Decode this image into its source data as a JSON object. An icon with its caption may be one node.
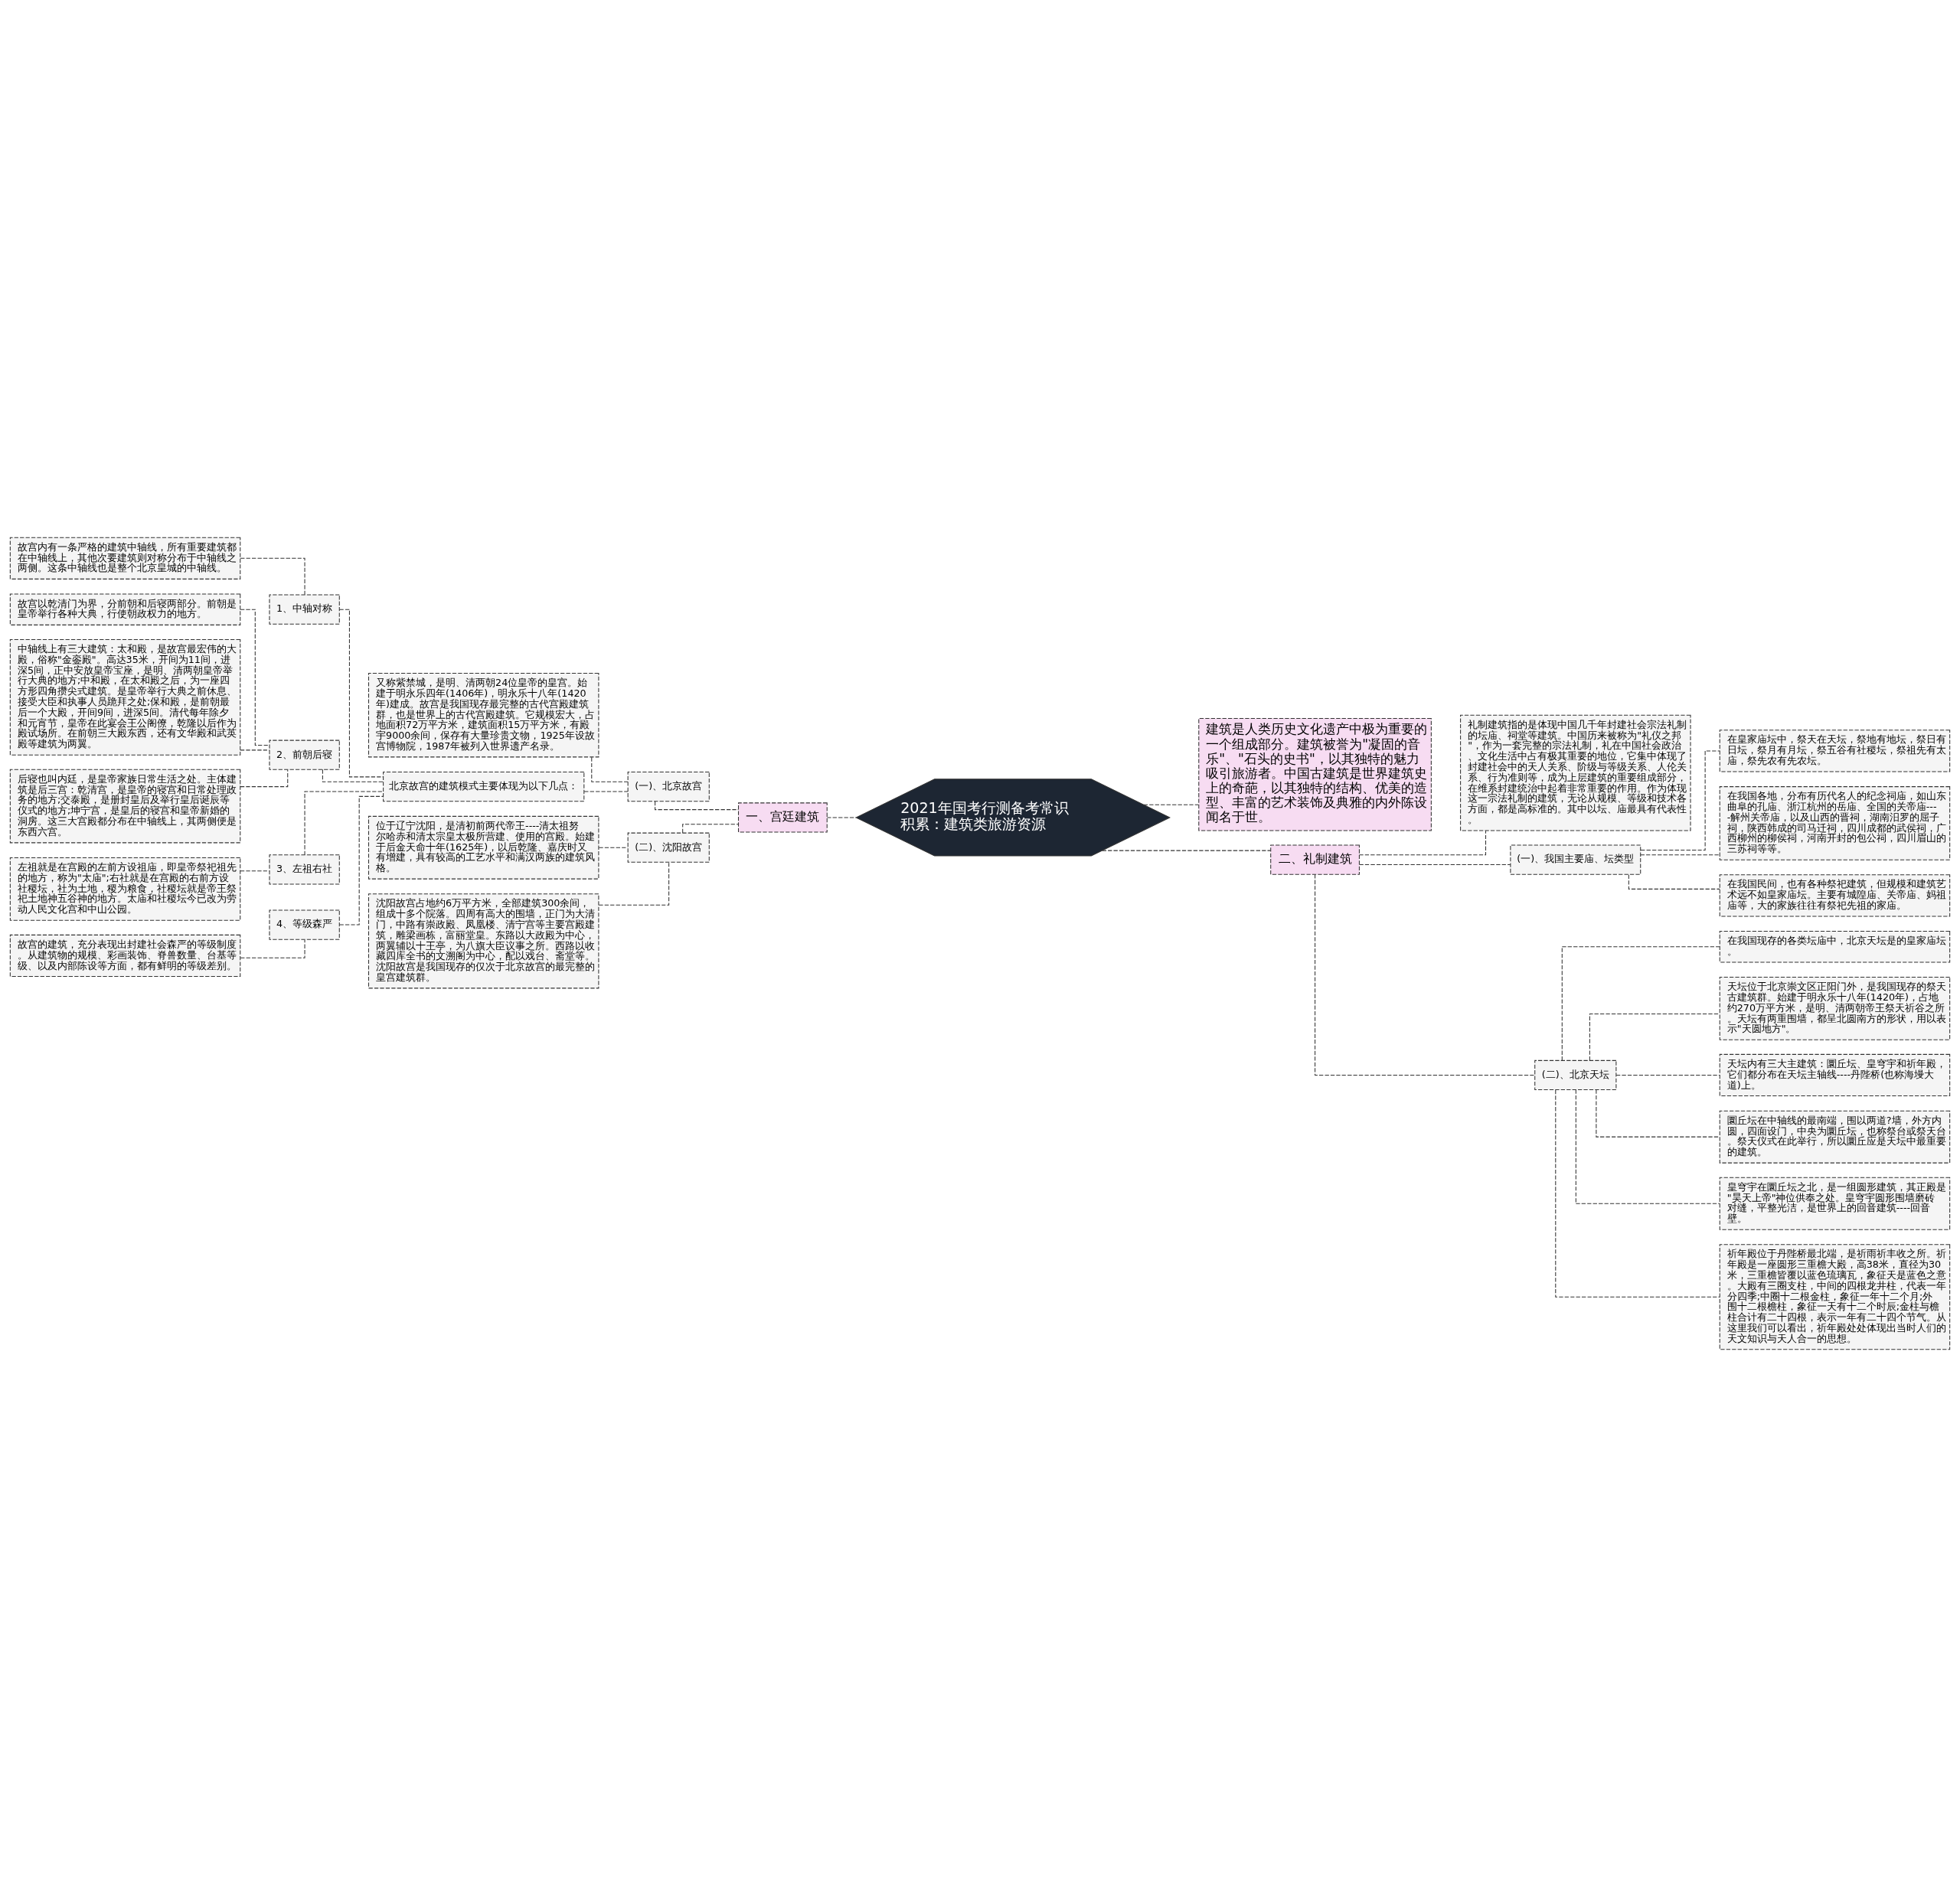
{
  "diagram": {
    "nodes": [
      {
        "text": [
          "2021年国考行测备考常识积累：建筑类旅游资源"
        ]
      },
      {
        "text": [
          "一、宫廷建筑"
        ]
      },
      {
        "text": [
          "(一)、北京故宫"
        ]
      },
      {
        "text": [
          "又称紫禁城，是明、清两朝24位皇帝的皇宫。始建于明永乐四年(1406年)，明永乐十八年(1420年)建成。故宫是我国现存最完整的古代宫殿建筑群，也是世界上的古代宫殿建筑。它规模宏大，占地面积72万平方米，建筑面积15万平方米，有殿宇9000余间，保存有大量珍贵文物，1925年设故宫博物院，1987年被列入世界遗产名录。"
        ]
      },
      {
        "text": [
          "北京故宫的建筑模式主要体现为以下几点："
        ]
      },
      {
        "text": [
          "1、中轴对称"
        ]
      },
      {
        "text": [
          "故宫内有一条严格的建筑中轴线，所有重要建筑都在中轴线上，其他次要建筑则对称分布于中轴线之两侧。这条中轴线也是整个北京皇城的中轴线。"
        ]
      },
      {
        "text": [
          "2、前朝后寝"
        ]
      },
      {
        "text": [
          "故宫以乾清门为界，分前朝和后寝两部分。前朝是皇帝举行各种大典，行使朝政权力的地方。"
        ]
      },
      {
        "text": [
          "中轴线上有三大建筑：太和殿，是故宫最宏伟的大殿，俗称\"金銮殿\"。高达35米，开间为11间，进深5间，正中安放皇帝宝座，是明、清两朝皇帝举行大典的地方;中和殿，在太和殿之后，为一座四方形四角攒尖式建筑。是皇帝举行大典之前休息、接受大臣和执事人员跪拜之处;保和殿，是前朝最后一个大殿，开间9间，进深5间。清代每年除夕和元宵节，皇帝在此宴会王公阁僚，乾隆以后作为殿试场所。在前朝三大殿东西，还有文华殿和武英殿等建筑为两翼。"
        ]
      },
      {
        "text": [
          "后寝也叫内廷，是皇帝家族日常生活之处。主体建筑是后三宫：乾清宫，是皇帝的寝宫和日常处理政务的地方;交泰殿，是册封皇后及举行皇后诞辰等仪式的地方;坤宁宫，是皇后的寝宫和皇帝新婚的洞房。这三大宫殿都分布在中轴线上，其两侧便是东西六宫。"
        ]
      },
      {
        "text": [
          "3、左祖右社"
        ]
      },
      {
        "text": [
          "左祖就是在宫殿的左前方设祖庙，即皇帝祭祀祖先的地方，称为\"太庙\";右社就是在宫殿的右前方设社稷坛，社为土地，稷为粮食，社稷坛就是帝王祭祀土地神五谷神的地方。太庙和社稷坛今已改为劳动人民文化宫和中山公园。"
        ]
      },
      {
        "text": [
          "4、等级森严"
        ]
      },
      {
        "text": [
          "故宫的建筑，充分表现出封建社会森严的等级制度。从建筑物的规模、彩画装饰、脊兽数量、台基等级、以及内部陈设等方面，都有鲜明的等级差别。"
        ]
      },
      {
        "text": [
          "(二)、沈阳故宫"
        ]
      },
      {
        "text": [
          "位于辽宁沈阳，是清初前两代帝王----清太祖努尔哈赤和清太宗皇太极所营建、使用的宫殿。始建于后金天命十年(1625年)，以后乾隆、嘉庆时又有增建，具有较高的工艺水平和满汉两族的建筑风格。"
        ]
      },
      {
        "text": [
          "沈阳故宫占地约6万平方米，全部建筑300余间，组成十多个院落。四周有高大的围墙，正门为大清门，中路有崇政殿、凤凰楼、清宁宫等主要宫殿建筑，雕梁画栋，富丽堂皇。东路以大政殿为中心，两翼辅以十王亭，为八旗大臣议事之所。西路以收藏四库全书的文溯阁为中心，配以戏台、斋堂等。沈阳故宫是我国现存的仅次于北京故宫的最完整的皇宫建筑群。"
        ]
      },
      {
        "text": [
          "建筑是人类历史文化遗产中极为重要的一个组成部分。建筑被誉为\"凝固的音乐\"、\"石头的史书\"，以其独特的魅力吸引旅游者。中国古建筑是世界建筑史上的奇葩，以其独特的结构、优美的造型、丰富的艺术装饰及典雅的内外陈设闻名于世。"
        ]
      },
      {
        "text": [
          "二、礼制建筑"
        ]
      },
      {
        "text": [
          "礼制建筑指的是体现中国几千年封建社会宗法礼制的坛庙、祠堂等建筑。中国历来被称为\"礼仪之邦\"，作为一套完整的宗法礼制，礼在中国社会政治、文化生活中占有极其重要的地位，它集中体现了封建社会中的天人关系、阶级与等级关系、人伦关系、行为准则等，成为上层建筑的重要组成部分，在维系封建统治中起着非常重要的作用。作为体现这一宗法礼制的建筑，无论从规模、等级和技术各方面，都是高标准的。其中以坛、庙最具有代表性。"
        ]
      },
      {
        "text": [
          "(一)、我国主要庙、坛类型"
        ]
      },
      {
        "text": [
          "在皇家庙坛中，祭天在天坛，祭地有地坛，祭日有日坛，祭月有月坛，祭五谷有社稷坛，祭祖先有太庙，祭先农有先农坛。"
        ]
      },
      {
        "text": [
          "在我国各地，分布有历代名人的纪念祠庙，如山东曲阜的孔庙、浙江杭州的岳庙、全国的关帝庙----解州关帝庙，以及山西的晋祠，湖南汨罗的屈子祠，陕西韩成的司马迁祠，四川成都的武侯祠，广西柳州的柳侯祠，河南开封的包公祠，四川眉山的三苏祠等等。"
        ]
      },
      {
        "text": [
          "在我国民间，也有各种祭祀建筑，但规模和建筑艺术远不如皇家庙坛。主要有城隍庙、关帝庙、妈祖庙等，大的家族往往有祭祀先祖的家庙。"
        ]
      },
      {
        "text": [
          "(二)、北京天坛"
        ]
      },
      {
        "text": [
          "在我国现存的各类坛庙中，北京天坛是的皇家庙坛。"
        ]
      },
      {
        "text": [
          "天坛位于北京崇文区正阳门外，是我国现存的祭天古建筑群。始建于明永乐十八年(1420年)，占地约270万平方米，是明、清两朝帝王祭天祈谷之所。天坛有两重围墙，都呈北圆南方的形状，用以表示\"天圆地方\"。"
        ]
      },
      {
        "text": [
          "天坛内有三大主建筑：圜丘坛、皇穹宇和祈年殿，它们都分布在天坛主轴线----丹陛桥(也称海墁大道)上。"
        ]
      },
      {
        "text": [
          "圜丘坛在中轴线的最南端，围以两道?墙，外方内圆，四面设门，中央为圜丘坛，也称祭台或祭天台。祭天仪式在此举行，所以圜丘应是天坛中最重要的建筑。"
        ]
      },
      {
        "text": [
          "皇穹宇在圜丘坛之北，是一组圆形建筑，其正殿是\"昊天上帝\"神位供奉之处。皇穹宇圆形围墙磨砖对缝，平整光洁，是世界上的回音建筑----回音壁。"
        ]
      },
      {
        "text": [
          "祈年殿位于丹陛桥最北端，是祈雨祈丰收之所。祈年殿是一座圆形三重檐大殿，高38米，直径为30米，三重檐皆覆以蓝色琉璃瓦，象征天是蓝色之意。大殿有三圈支柱，中间的四根龙井柱，代表一年分四季;中圈十二根金柱，象征一年十二个月;外围十二根檐柱，象征一天有十二个时辰;金柱与檐柱合计有二十四根，表示一年有二十四个节气。从这里我们可以看出，祈年殿处处体现出当时人们的天文知识与天人合一的思想。"
        ]
      }
    ],
    "edges": [
      {
        "from": 0,
        "to": 1,
        "arrow": "none"
      },
      {
        "from": 1,
        "to": 2,
        "arrow": "none"
      },
      {
        "from": 2,
        "to": 3,
        "arrow": "none"
      },
      {
        "from": 2,
        "to": 4,
        "arrow": "none"
      },
      {
        "from": 4,
        "to": 5,
        "arrow": "none"
      },
      {
        "from": 5,
        "to": 6,
        "arrow": "none"
      },
      {
        "from": 4,
        "to": 7,
        "arrow": "none"
      },
      {
        "from": 7,
        "to": 8,
        "arrow": "none"
      },
      {
        "from": 7,
        "to": 9,
        "arrow": "none"
      },
      {
        "from": 7,
        "to": 10,
        "arrow": "none"
      },
      {
        "from": 4,
        "to": 11,
        "arrow": "none"
      },
      {
        "from": 11,
        "to": 12,
        "arrow": "none"
      },
      {
        "from": 4,
        "to": 13,
        "arrow": "none"
      },
      {
        "from": 13,
        "to": 14,
        "arrow": "none"
      },
      {
        "from": 1,
        "to": 15,
        "arrow": "none"
      },
      {
        "from": 15,
        "to": 16,
        "arrow": "none"
      },
      {
        "from": 15,
        "to": 17,
        "arrow": "none"
      },
      {
        "from": 0,
        "to": 18,
        "arrow": "none"
      },
      {
        "from": 0,
        "to": 19,
        "arrow": "none"
      },
      {
        "from": 19,
        "to": 20,
        "arrow": "none"
      },
      {
        "from": 19,
        "to": 21,
        "arrow": "none"
      },
      {
        "from": 21,
        "to": 22,
        "arrow": "none"
      },
      {
        "from": 21,
        "to": 23,
        "arrow": "none"
      },
      {
        "from": 21,
        "to": 24,
        "arrow": "none"
      },
      {
        "from": 19,
        "to": 25,
        "arrow": "none"
      },
      {
        "from": 25,
        "to": 26,
        "arrow": "none"
      },
      {
        "from": 25,
        "to": 27,
        "arrow": "none"
      },
      {
        "from": 25,
        "to": 28,
        "arrow": "none"
      },
      {
        "from": 25,
        "to": 29,
        "arrow": "none"
      },
      {
        "from": 25,
        "to": 30,
        "arrow": "none"
      },
      {
        "from": 25,
        "to": 31,
        "arrow": "none"
      }
    ]
  }
}
